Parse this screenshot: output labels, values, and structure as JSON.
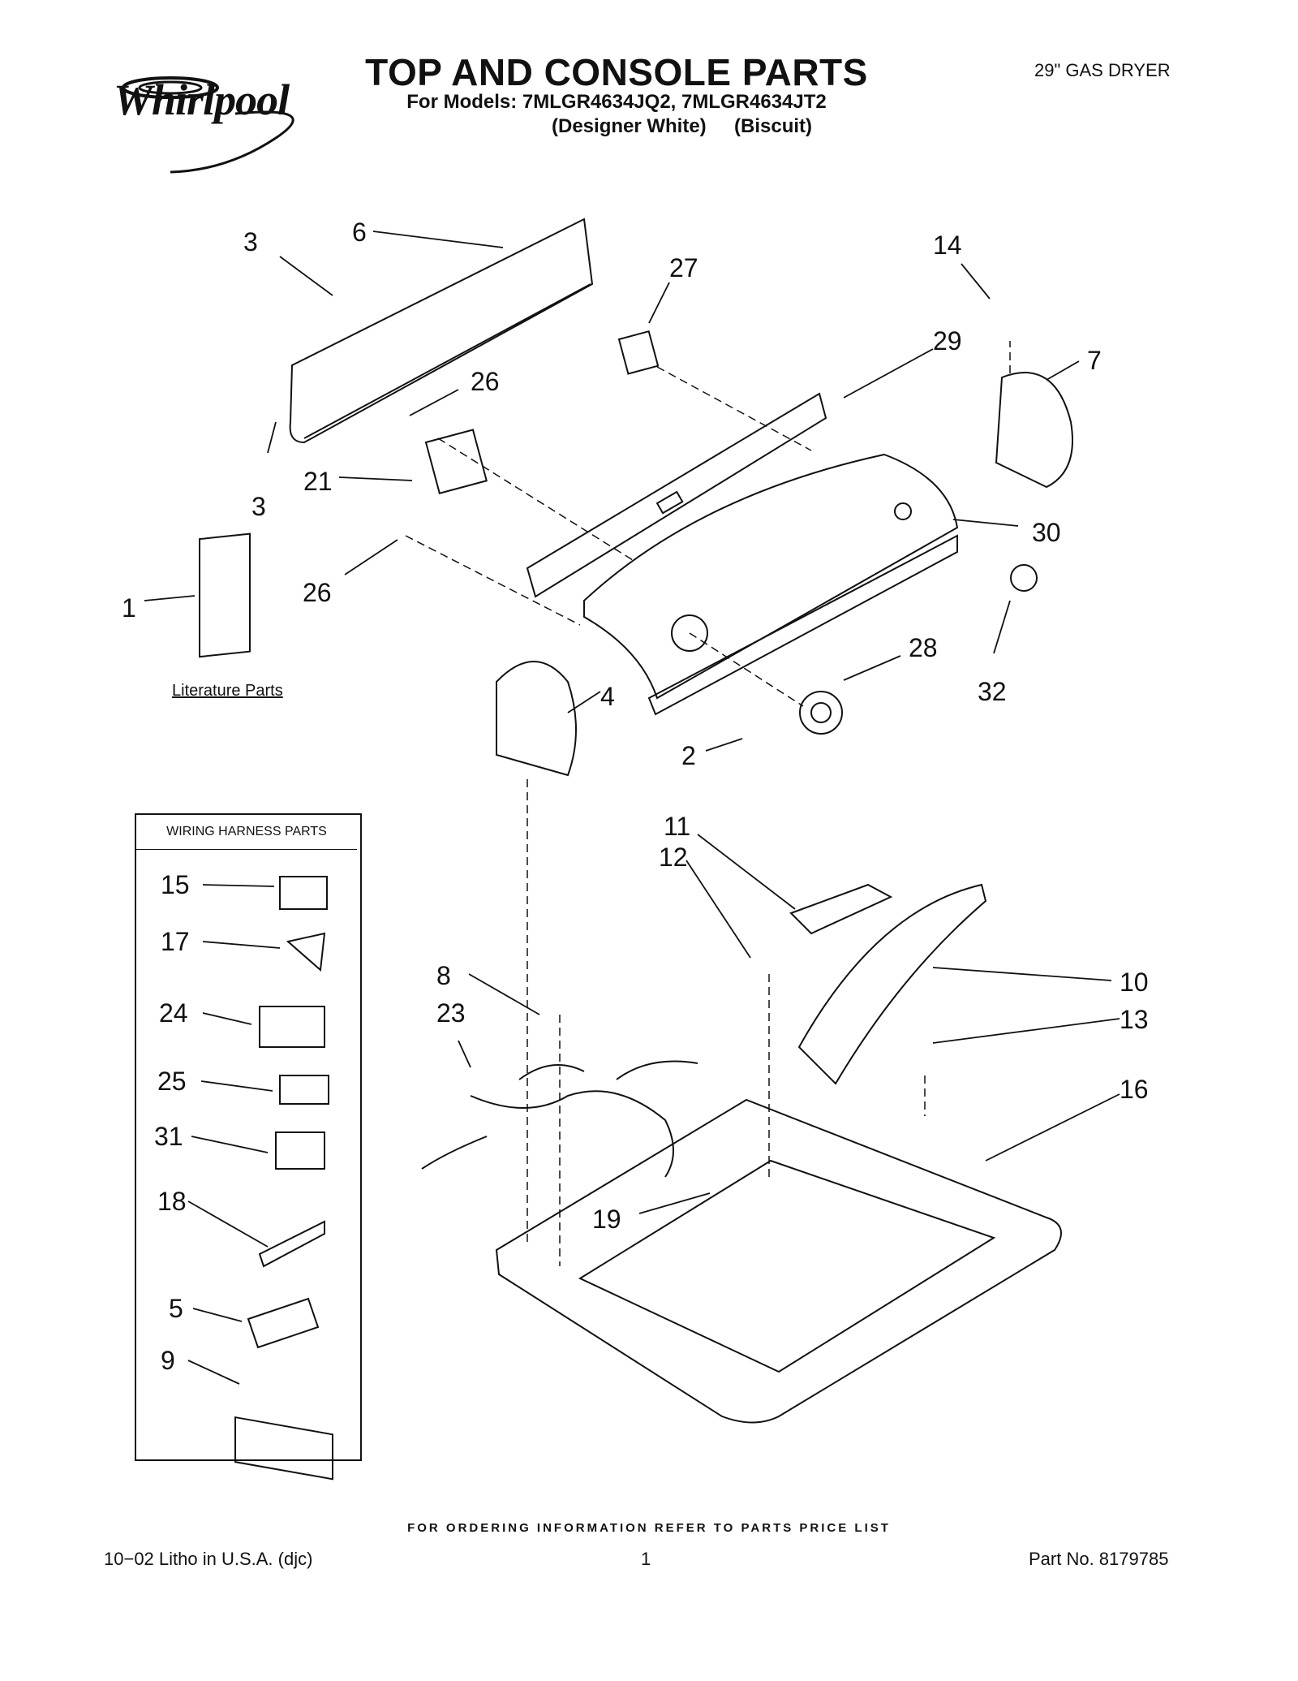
{
  "header": {
    "brand": "Whirlpool",
    "title": "TOP AND CONSOLE PARTS",
    "models_line": "For Models: 7MLGR4634JQ2, 7MLGR4634JT2",
    "color_1": "(Designer White)",
    "color_2": "(Biscuit)",
    "product": "29\" GAS DRYER"
  },
  "callouts": [
    "3",
    "6",
    "27",
    "14",
    "29",
    "7",
    "26",
    "21",
    "3",
    "26",
    "30",
    "1",
    "28",
    "32",
    "4",
    "2",
    "11",
    "12",
    "10",
    "8",
    "13",
    "23",
    "16",
    "19",
    "15",
    "17",
    "24",
    "25",
    "31",
    "18",
    "5",
    "9"
  ],
  "literature_label": "Literature Parts",
  "harness": {
    "title": "WIRING HARNESS PARTS"
  },
  "footer": {
    "ordering": "FOR ORDERING INFORMATION REFER TO PARTS PRICE LIST",
    "litho": "10−02 Litho in U.S.A. (djc)",
    "page": "1",
    "part_no": "Part No. 8179785"
  }
}
